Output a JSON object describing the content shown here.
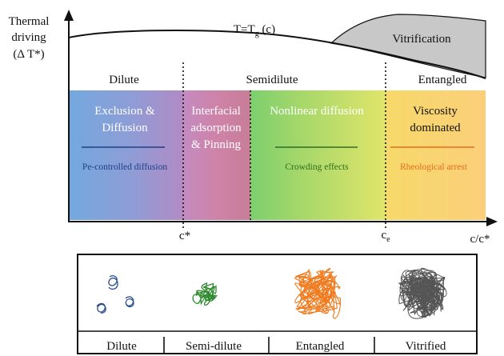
{
  "axes": {
    "y_label_line1": "Thermal",
    "y_label_line2": "driving",
    "y_label_line3": "(Δ T*)",
    "x_label": "c/c*",
    "tick_c_star": "c*",
    "tick_c_e_base": "c",
    "tick_c_e_sub": "e"
  },
  "glass_curve": {
    "label_base": "T=T",
    "label_sub": "g",
    "label_suffix": " (c)",
    "vitrification_label": "Vitrification"
  },
  "regimes": {
    "dilute": "Dilute",
    "semidilute": "Semidilute",
    "entangled": "Entangled"
  },
  "zones": [
    {
      "title_lines": [
        "Exclusion &",
        "Diffusion"
      ],
      "subtitle": "Pe-controlled diffusion",
      "line_color": "#1f3f86",
      "sub_color": "#1f3f86"
    },
    {
      "title_lines": [
        "Interfacial",
        "adsorption",
        "& Pinning"
      ],
      "subtitle": "",
      "line_color": "",
      "sub_color": ""
    },
    {
      "title_lines": [
        "Nonlinear diffusion"
      ],
      "subtitle": "Crowding effects",
      "line_color": "#2e6e1e",
      "sub_color": "#2e6e1e"
    },
    {
      "title_lines": [
        "Viscosity",
        "dominated"
      ],
      "subtitle": "Rheological arrest",
      "line_color": "#e86d1a",
      "sub_color": "#e86d1a"
    }
  ],
  "legend": {
    "labels": [
      "Dilute",
      "Semi-dilute",
      "Entangled",
      "Vitrified"
    ],
    "colors": {
      "dilute": "#2a4f8f",
      "semidilute": "#2e8b2e",
      "entangled": "#f07a1e",
      "vitrified": "#555555"
    }
  }
}
